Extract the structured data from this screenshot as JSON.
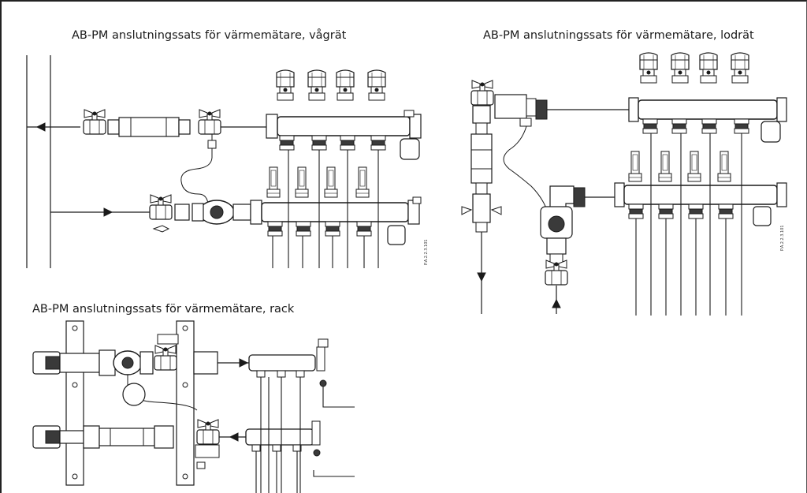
{
  "panels": {
    "horizontal": {
      "title": "AB-PM anslutningssats för värmemätare, vågrät",
      "code": "P.A.2.2.3.101"
    },
    "vertical": {
      "title": "AB-PM anslutningssats för värmemätare, lodrät",
      "code": "P.A.2.2.3.101"
    },
    "rack": {
      "title": "AB-PM anslutningssats för värmemätare, rack"
    }
  },
  "colors": {
    "line": "#1a1a1a",
    "fill": "#ffffff",
    "shade": "#3a3a3a"
  }
}
